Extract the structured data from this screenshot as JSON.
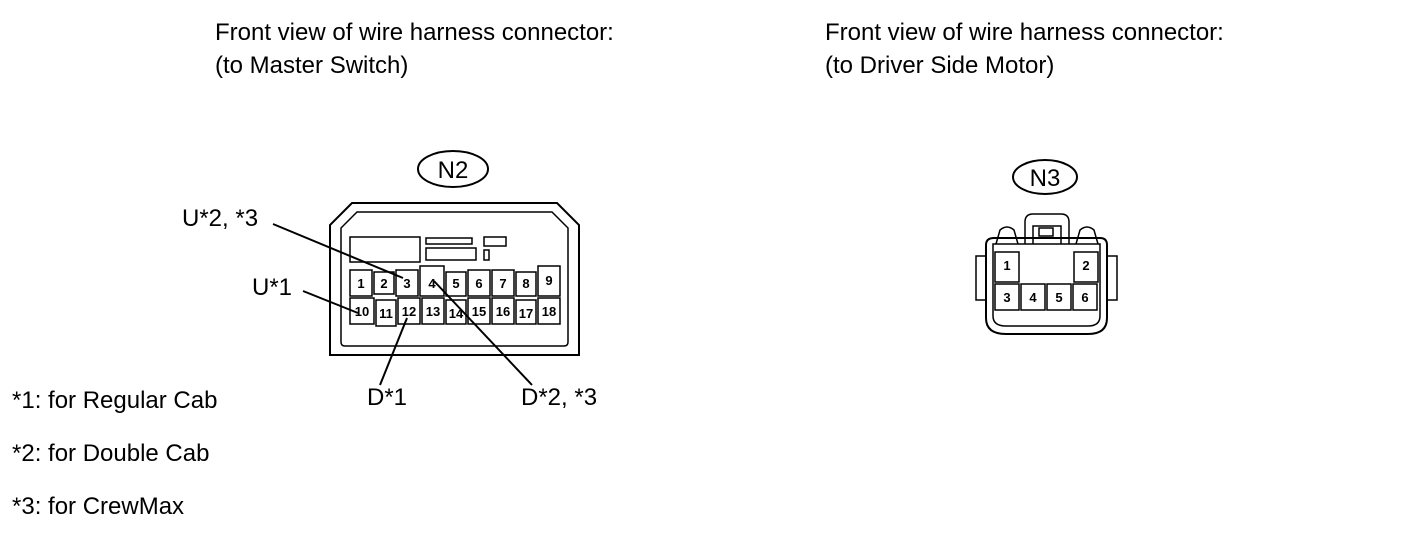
{
  "left_title": {
    "line1": "Front view of wire harness connector:",
    "line2": "(to Master Switch)"
  },
  "right_title": {
    "line1": "Front view of wire harness connector:",
    "line2": "(to Driver Side Motor)"
  },
  "connector_n2": {
    "id": "N2",
    "pins": [
      "1",
      "2",
      "3",
      "4",
      "5",
      "6",
      "7",
      "8",
      "9",
      "10",
      "11",
      "12",
      "13",
      "14",
      "15",
      "16",
      "17",
      "18"
    ],
    "labels": {
      "u23": "U*2, *3",
      "u1": "U*1",
      "d1": "D*1",
      "d23": "D*2, *3"
    }
  },
  "connector_n3": {
    "id": "N3",
    "pins": [
      "1",
      "2",
      "3",
      "4",
      "5",
      "6"
    ]
  },
  "notes": [
    "*1: for Regular Cab",
    "*2: for Double Cab",
    "*3: for CrewMax"
  ]
}
